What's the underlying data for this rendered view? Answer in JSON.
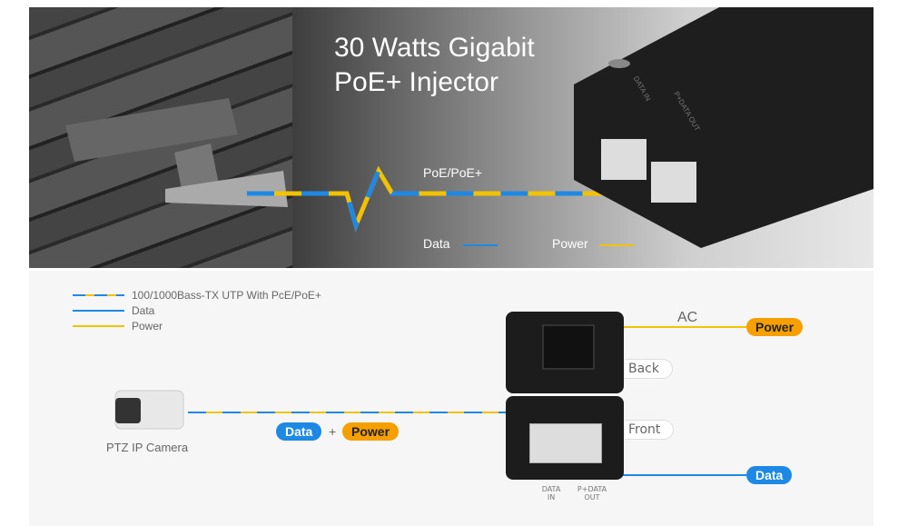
{
  "banner": {
    "title_line1": "30 Watts Gigabit",
    "title_line2": "PoE+ Injector",
    "cable_label": "PoE/PoE+",
    "legend_data": "Data",
    "legend_power": "Power",
    "device_port1": "DATA IN",
    "device_port2": "P+DATA OUT"
  },
  "legend": {
    "items": [
      "100/1000Bass-TX UTP With PcE/PoE+",
      "Data",
      "Power"
    ]
  },
  "diagram": {
    "camera_label": "PTZ IP Camera",
    "pill_data": "Data",
    "plus": "+",
    "pill_power": "Power",
    "ac_label": "AC",
    "power_pill": "Power",
    "back_label": "Back",
    "front_label": "Front",
    "data_pill": "Data",
    "port_in": "DATA IN",
    "port_out": "P+DATA OUT"
  },
  "colors": {
    "data": "#1e88e5",
    "power": "#f2c200",
    "pill_power": "#f5a000"
  }
}
